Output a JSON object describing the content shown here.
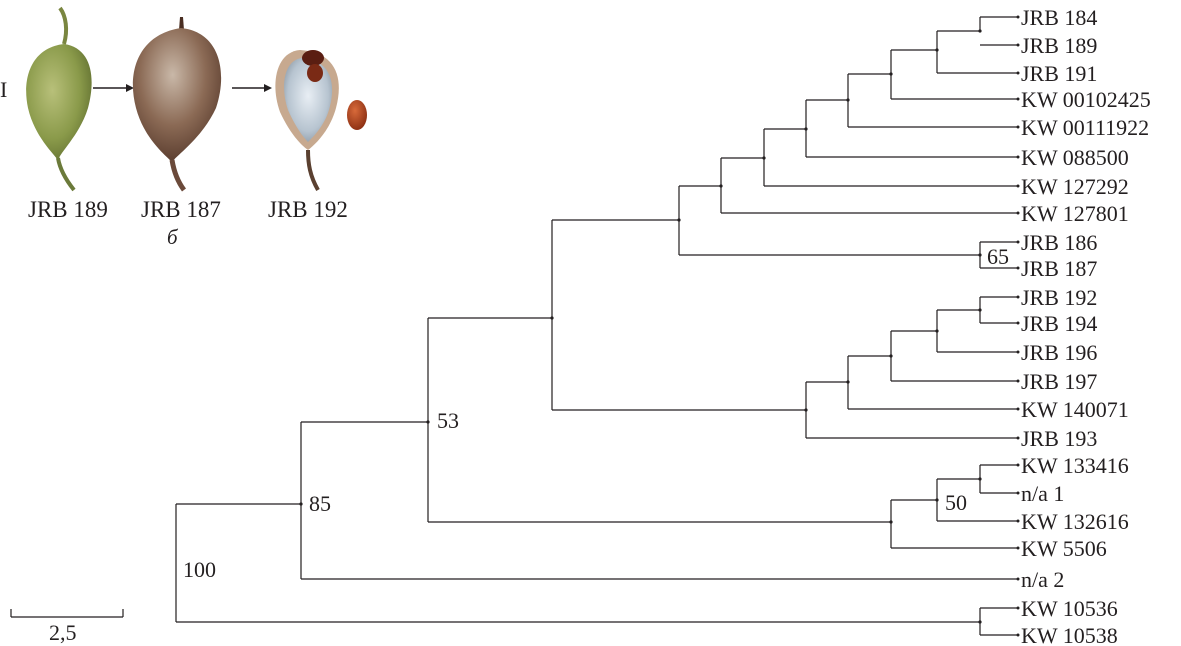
{
  "photos": {
    "captions": [
      "JRB 189",
      "JRB 187",
      "JRB 192"
    ],
    "panel_letter": "б",
    "scale_mark": "I"
  },
  "tree": {
    "leaves": [
      "JRB 184",
      "JRB 189",
      "JRB 191",
      "KW 00102425",
      "KW 00111922",
      "KW 088500",
      "KW 127292",
      "KW 127801",
      "JRB 186",
      "JRB 187",
      "JRB 192",
      "JRB 194",
      "JRB 196",
      "JRB 197",
      "KW 140071",
      "JRB 193",
      "KW 133416",
      "n/a 1",
      "KW 132616",
      "KW 5506",
      "n/a 2",
      "KW 10536",
      "KW 10538"
    ],
    "support_values": [
      "65",
      "53",
      "50",
      "85",
      "100"
    ]
  },
  "scale_bar": {
    "label": "2,5"
  },
  "colors": {
    "ink": "#231f20",
    "fruit_green": "#8a9a4a",
    "fruit_brown": "#6b4a3a",
    "seed": "#a8401c"
  }
}
